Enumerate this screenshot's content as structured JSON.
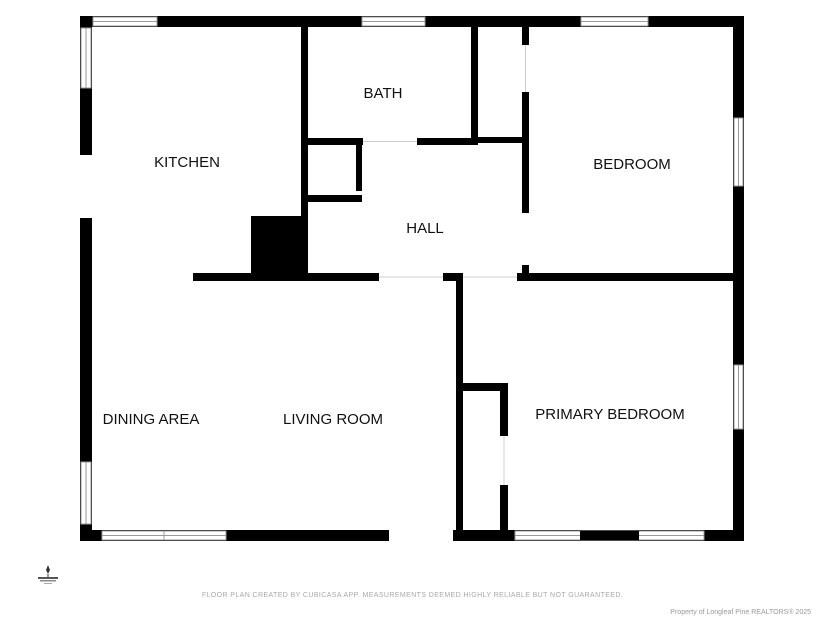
{
  "colors": {
    "wall": "#000000",
    "window": "#ffffff",
    "window_stroke": "#9a9a9a",
    "background": "#ffffff"
  },
  "rooms": {
    "kitchen": "KITCHEN",
    "bath": "BATH",
    "bedroom": "BEDROOM",
    "hall": "HALL",
    "dining_area": "DINING AREA",
    "living_room": "LIVING ROOM",
    "primary_bedroom": "PRIMARY BEDROOM"
  },
  "footer": {
    "note": "FLOOR PLAN CREATED BY CUBICASA APP. MEASUREMENTS DEEMED HIGHLY RELIABLE BUT NOT GUARANTEED.",
    "copyright": "Property of Longleaf Pine REALTORS® 2025"
  },
  "logo": {
    "icon": "realty-logo-icon"
  }
}
